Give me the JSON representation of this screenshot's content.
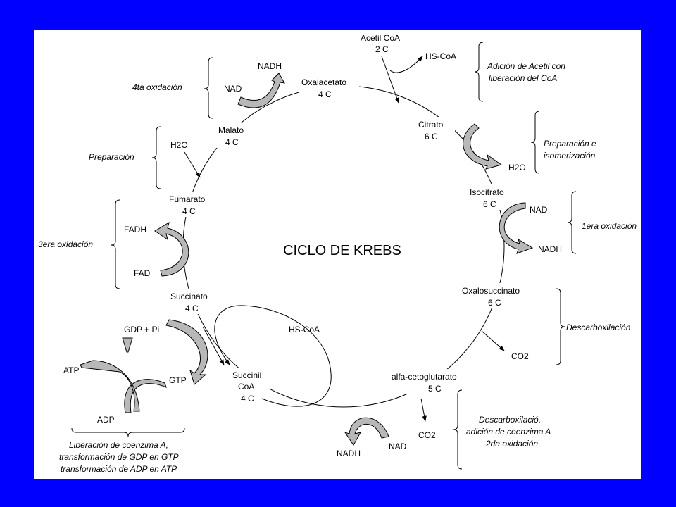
{
  "title": "CICLO DE KREBS",
  "colors": {
    "background": "#0000ff",
    "panel": "#ffffff",
    "arrow_fill": "#b8b8b8",
    "ink": "#000000"
  },
  "metabolites": {
    "acetil": [
      "Acetil CoA",
      "2 C"
    ],
    "oxalacetato": [
      "Oxalacetato",
      "4 C"
    ],
    "citrato": [
      "Citrato",
      "6 C"
    ],
    "isocitrato": [
      "Isocitrato",
      "6 C"
    ],
    "oxalosuccinato": [
      "Oxalosuccinato",
      "6 C"
    ],
    "alfa": [
      "alfa-cetoglutarato",
      "5 C"
    ],
    "succinil": [
      "Succinil",
      "CoA",
      "4 C"
    ],
    "succinato": [
      "Succinato",
      "4 C"
    ],
    "fumarato": [
      "Fumarato",
      "4 C"
    ],
    "malato": [
      "Malato",
      "4 C"
    ]
  },
  "cofactors": {
    "hs_coa_top": "HS-CoA",
    "hs_coa_mid": "HS-CoA",
    "nad_top": "NAD",
    "nadh_top": "NADH",
    "h2o_left": "H2O",
    "h2o_right": "H2O",
    "nad_iso": "NAD",
    "nadh_iso": "NADH",
    "co2_oxalo": "CO2",
    "co2_alfa": "CO2",
    "nad_bottom": "NAD",
    "nadh_bottom": "NADH",
    "fadh": "FADH",
    "fad": "FAD",
    "gdp_pi": "GDP + Pi",
    "gtp": "GTP",
    "atp": "ATP",
    "adp": "ADP"
  },
  "annotations": {
    "adicion": [
      "Adición de Acetil con",
      "liberación del CoA"
    ],
    "preparacion_iso": [
      "Preparación e",
      "isomerización"
    ],
    "primera_ox": "1era oxidación",
    "descarbox": "Descarboxilación",
    "descarbox_2da": [
      "Descarboxilació,",
      "adición de coenzima A",
      "2da oxidación"
    ],
    "liberacion": [
      "Liberación de coenzima A,",
      "transformación de GDP en GTP",
      "transformación de ADP en ATP"
    ],
    "tercera_ox": "3era oxidación",
    "preparacion": "Preparación",
    "cuarta_ox": "4ta oxidación"
  }
}
